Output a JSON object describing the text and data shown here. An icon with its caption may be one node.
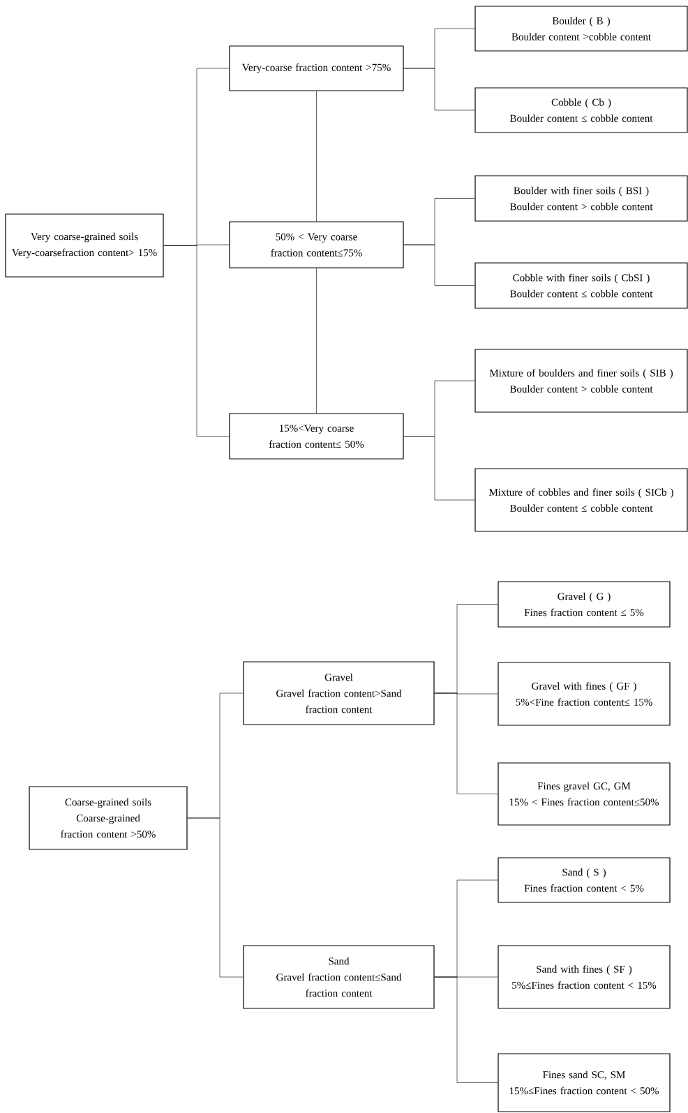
{
  "diagram": {
    "nodes": [
      {
        "text": [
          "Very coarse-grained soils",
          "Very-coarsefraction content> 15%"
        ]
      },
      {
        "text": [
          "Very-coarse fraction content >75%"
        ]
      },
      {
        "text": [
          "50% < Very coarse fraction content≤75%"
        ]
      },
      {
        "text": [
          "15%<Very coarse fraction content≤ 50%"
        ]
      },
      {
        "text": [
          "Boulder ( B )",
          "Boulder content >cobble content"
        ]
      },
      {
        "text": [
          "Cobble ( Cb )",
          "Boulder content ≤ cobble content"
        ]
      },
      {
        "text": [
          "Boulder with finer soils ( BSI )",
          "Boulder content > cobble content"
        ]
      },
      {
        "text": [
          "Cobble with finer soils ( CbSI )",
          "Boulder content ≤ cobble content"
        ]
      },
      {
        "text": [
          "Mixture of boulders and finer soils ( SIB )",
          "Boulder content > cobble content"
        ]
      },
      {
        "text": [
          "Mixture of cobbles and finer soils ( SICb )",
          "Boulder content ≤ cobble content"
        ]
      },
      {
        "text": [
          "Coarse-grained soils",
          "Coarse-grained fraction content >50%"
        ]
      },
      {
        "text": [
          "Gravel",
          "Gravel fraction content>Sand fraction content"
        ]
      },
      {
        "text": [
          "Sand",
          "Gravel fraction content≤Sand fraction content"
        ]
      },
      {
        "text": [
          "Gravel ( G )",
          "Fines fraction content ≤ 5%"
        ]
      },
      {
        "text": [
          "Gravel with fines ( GF )",
          "5%<Fine fraction content≤ 15%"
        ]
      },
      {
        "text": [
          "Fines gravel GC, GM",
          "15% < Fines fraction content≤50%"
        ]
      },
      {
        "text": [
          "Sand ( S )",
          "Fines fraction content < 5%"
        ]
      },
      {
        "text": [
          "Sand with fines ( SF )",
          "5%≤Fines fraction content < 15%"
        ]
      },
      {
        "text": [
          "Fines sand SC, SM",
          "15%≤Fines fraction content < 50%"
        ]
      }
    ],
    "edges": [
      {
        "from": 0,
        "to": 1,
        "arrow": "none"
      },
      {
        "from": 0,
        "to": 2,
        "arrow": "none"
      },
      {
        "from": 0,
        "to": 3,
        "arrow": "none"
      },
      {
        "from": 1,
        "to": 2,
        "arrow": "none"
      },
      {
        "from": 2,
        "to": 3,
        "arrow": "none"
      },
      {
        "from": 1,
        "to": 4,
        "arrow": "none"
      },
      {
        "from": 1,
        "to": 5,
        "arrow": "none"
      },
      {
        "from": 2,
        "to": 6,
        "arrow": "none"
      },
      {
        "from": 2,
        "to": 7,
        "arrow": "none"
      },
      {
        "from": 3,
        "to": 8,
        "arrow": "none"
      },
      {
        "from": 3,
        "to": 9,
        "arrow": "none"
      },
      {
        "from": 10,
        "to": 11,
        "arrow": "none"
      },
      {
        "from": 10,
        "to": 12,
        "arrow": "none"
      },
      {
        "from": 11,
        "to": 13,
        "arrow": "none"
      },
      {
        "from": 11,
        "to": 14,
        "arrow": "none"
      },
      {
        "from": 11,
        "to": 15,
        "arrow": "none"
      },
      {
        "from": 12,
        "to": 16,
        "arrow": "none"
      },
      {
        "from": 12,
        "to": 17,
        "arrow": "none"
      },
      {
        "from": 12,
        "to": 18,
        "arrow": "none"
      }
    ]
  }
}
